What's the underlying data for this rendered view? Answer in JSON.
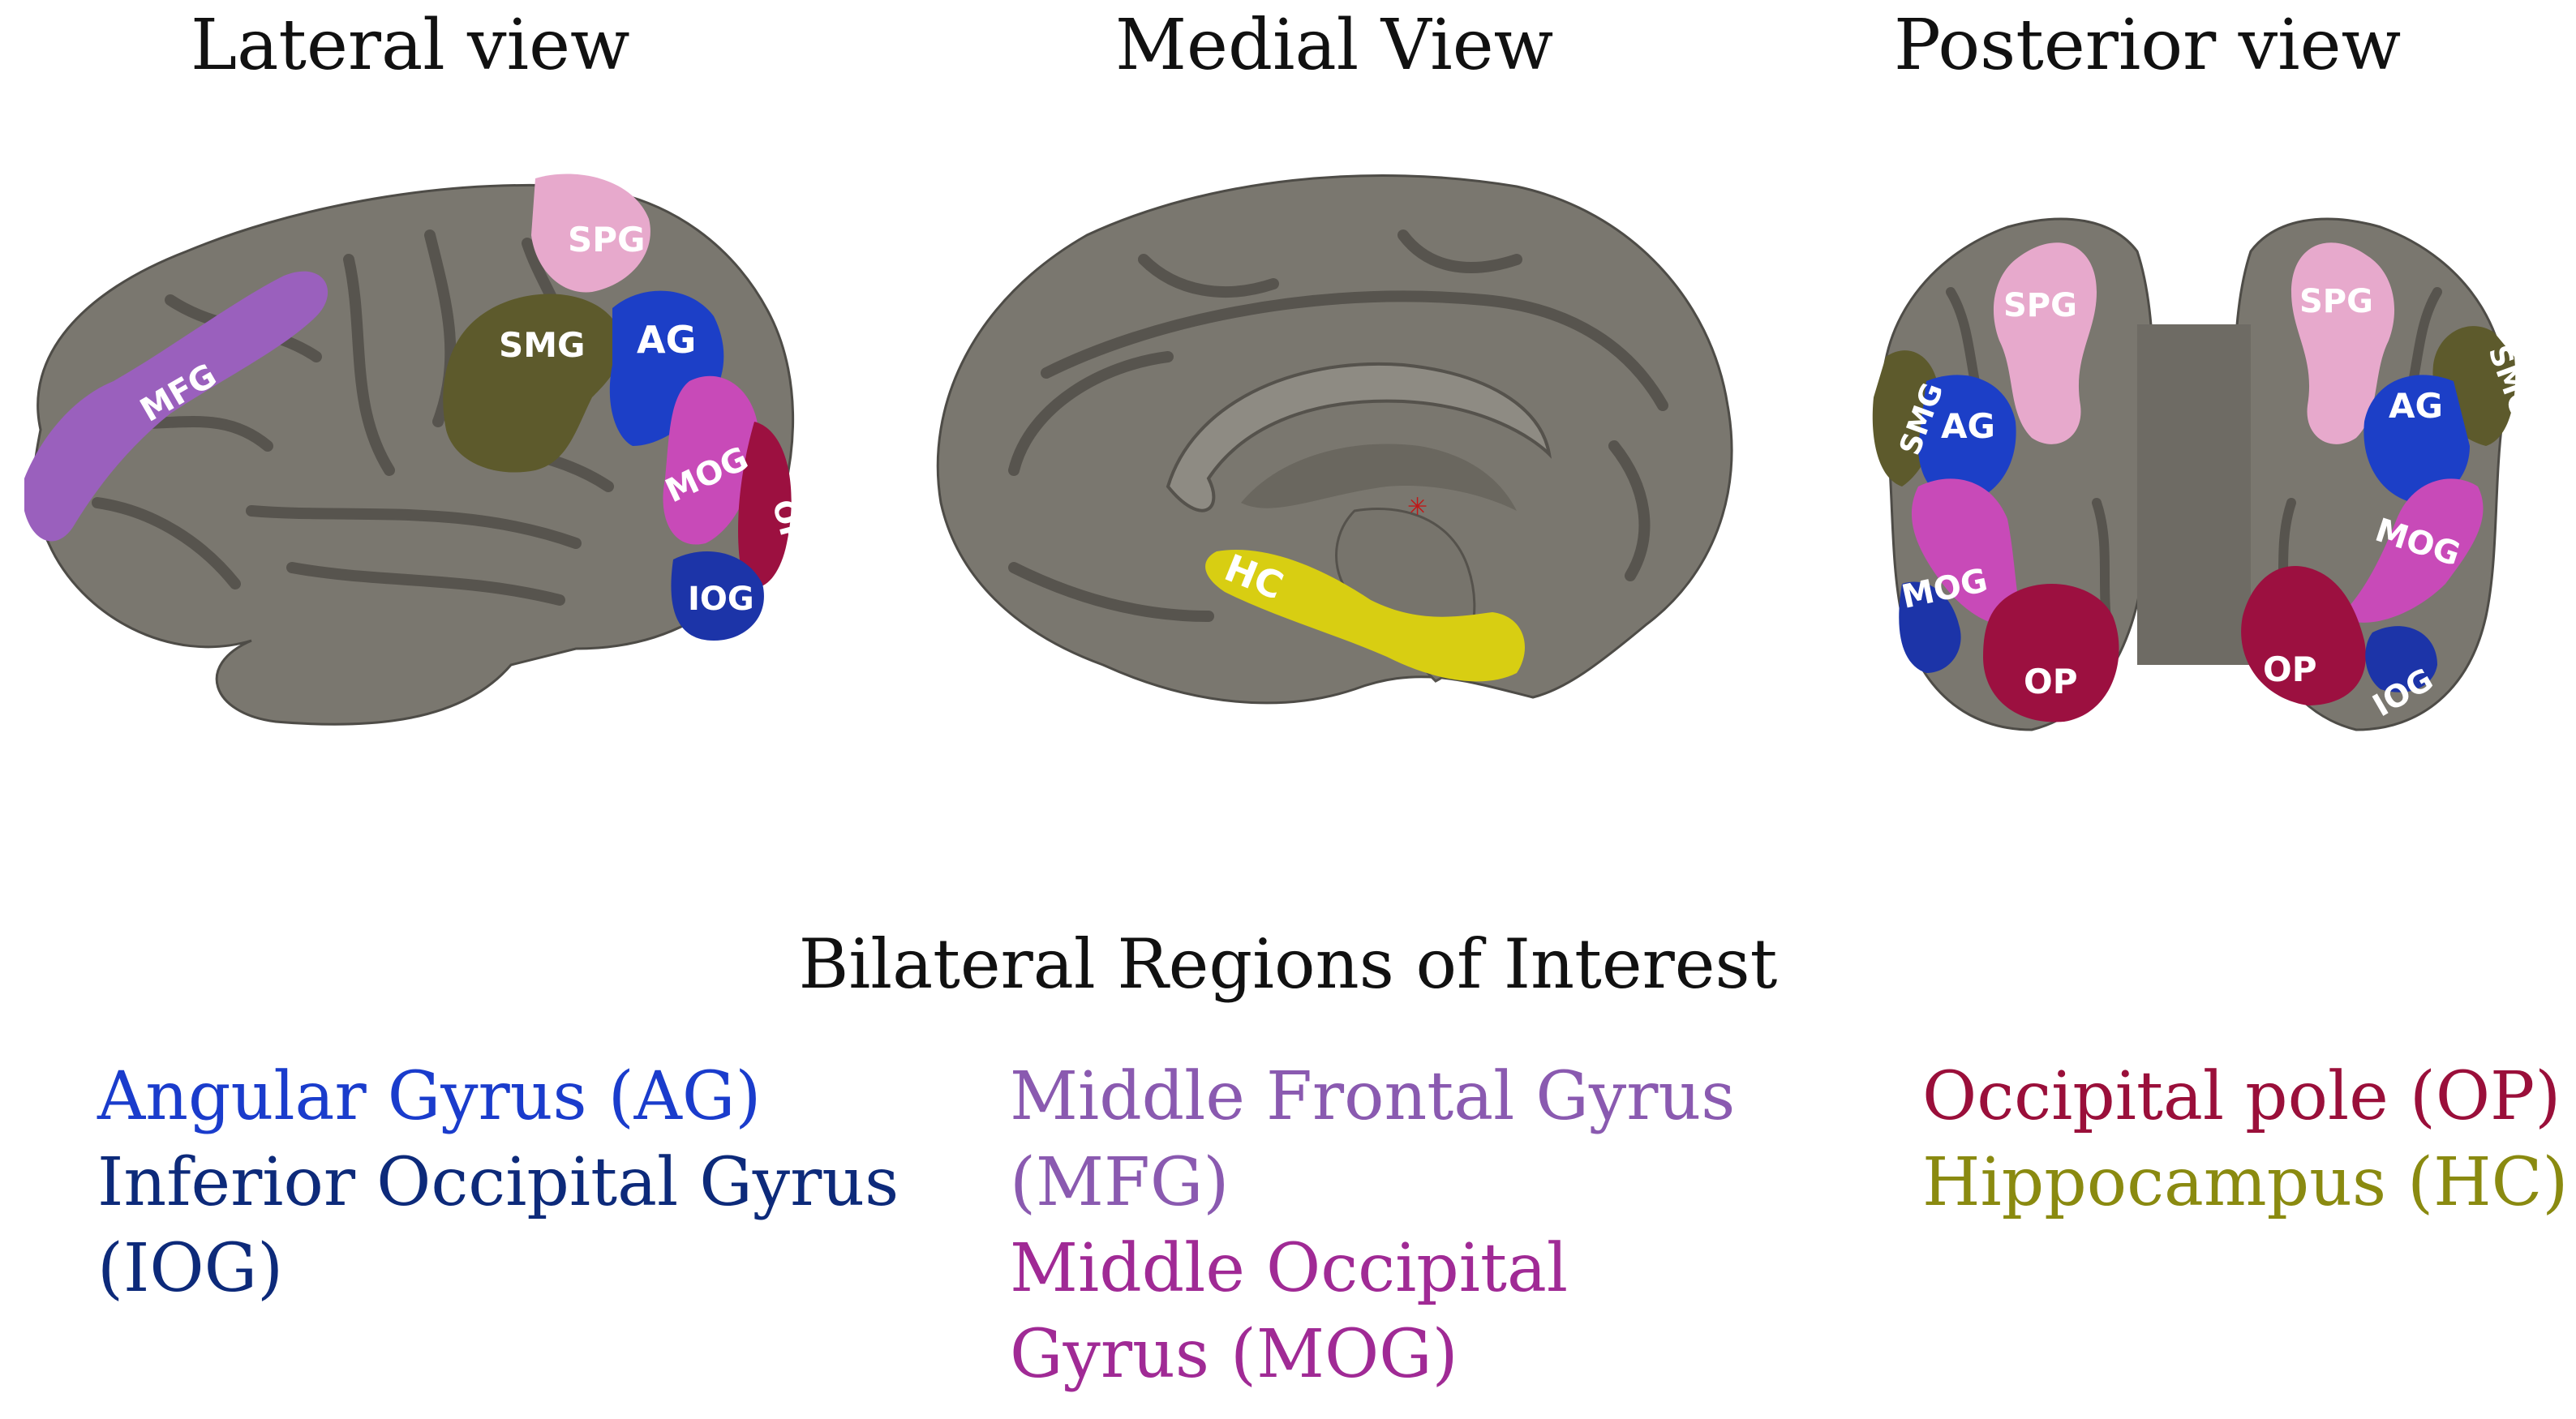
{
  "views": {
    "lateral": {
      "title": "Lateral view"
    },
    "medial": {
      "title": "Medial View"
    },
    "posterior": {
      "title": "Posterior view"
    }
  },
  "labels": {
    "lateral": {
      "spg": "SPG",
      "smg": "SMG",
      "ag": "AG",
      "mfg": "MFG",
      "mog": "MOG",
      "op": "OP",
      "iog": "IOG"
    },
    "medial": {
      "hc": "HC"
    },
    "posterior": {
      "spg_l": "SPG",
      "spg_r": "SPG",
      "smg_l": "SMG",
      "smg_r": "SMG",
      "ag_l": "AG",
      "ag_r": "AG",
      "mog_l": "MOG",
      "mog_r": "MOG",
      "op_l": "OP",
      "op_r": "OP",
      "iog_r": "IOG"
    }
  },
  "section_title": "Bilateral Regions of Interest",
  "legend": {
    "col1": [
      {
        "text": "Angular Gyrus (AG)",
        "color": "#1a3ccc"
      },
      {
        "text": "Inferior Occipital Gyrus (IOG)",
        "color": "#0d2a7a"
      }
    ],
    "col2": [
      {
        "text": "Middle Frontal Gyrus (MFG)",
        "color": "#8a5ab0"
      },
      {
        "text": "Middle Occipital Gyrus (MOG)",
        "color": "#a02a95"
      }
    ],
    "col3": [
      {
        "text": "Occipital pole (OP)",
        "color": "#9a0f3a"
      },
      {
        "text": "Hippocampus (HC)",
        "color": "#8a8a10"
      }
    ]
  },
  "colors": {
    "cortex": "#7a776f",
    "sulcus": "#5c5953",
    "spg": "#e7a9cc",
    "smg": "#5d5a2c",
    "ag": "#1c3fc7",
    "mfg": "#9a60bd",
    "mog": "#c84ab8",
    "op": "#9c1040",
    "iog": "#1c34a8",
    "hc": "#d8ce12"
  }
}
